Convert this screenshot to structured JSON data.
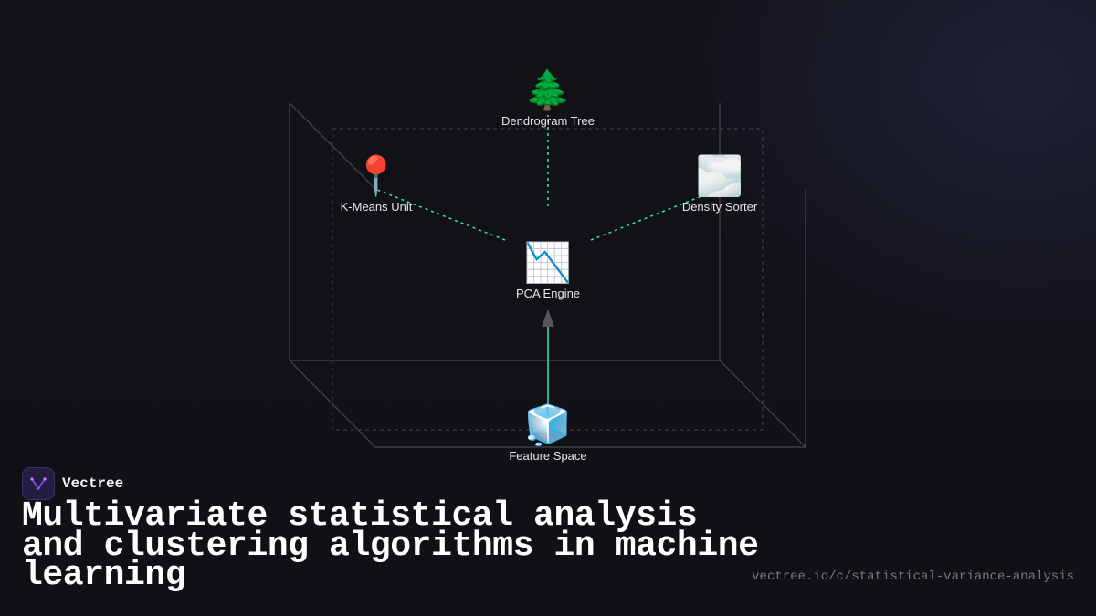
{
  "diagram": {
    "nodes": {
      "dendrogram": {
        "icon": "evergreen-tree-icon",
        "glyph": "🌲",
        "label": "Dendrogram Tree"
      },
      "kmeans": {
        "icon": "round-pushpin-icon",
        "glyph": "📍",
        "label": "K-Means Unit"
      },
      "density": {
        "icon": "cloud-icon",
        "glyph": "🌫️",
        "label": "Density Sorter"
      },
      "pca": {
        "icon": "chart-decreasing-icon",
        "glyph": "📉",
        "label": "PCA Engine"
      },
      "feature": {
        "icon": "ice-cube-icon",
        "glyph": "🧊",
        "label": "Feature Space"
      }
    },
    "edges": [
      {
        "from": "feature",
        "to": "pca",
        "style": "solid-arrow"
      },
      {
        "from": "pca",
        "to": "dendrogram",
        "style": "dashed"
      },
      {
        "from": "pca",
        "to": "kmeans",
        "style": "dashed"
      },
      {
        "from": "pca",
        "to": "density",
        "style": "dashed"
      }
    ],
    "colors": {
      "edge": "#2ee6c8",
      "arrowhead": "#555555",
      "frame": "#4a4a50"
    }
  },
  "brand": {
    "name": "Vectree",
    "logo_icon": "vectree-logo-icon"
  },
  "title": "Multivariate statistical analysis and clustering algorithms in machine learning",
  "url": "vectree.io/c/statistical-variance-analysis"
}
